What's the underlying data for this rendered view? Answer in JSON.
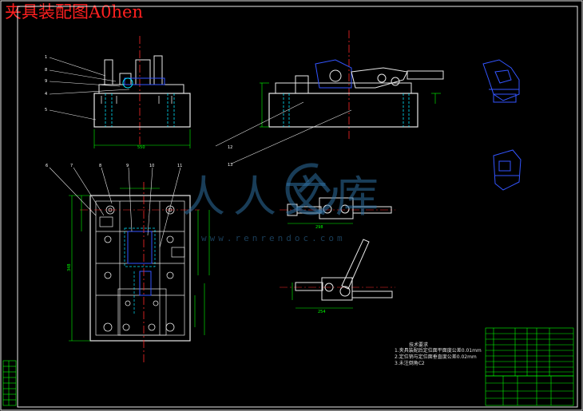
{
  "header": {
    "title": "夹具装配图A0hen"
  },
  "watermark": {
    "cn": "人人文库",
    "url": "www.renrendoc.com"
  },
  "leaders": {
    "front": [
      "1",
      "8",
      "9",
      "4",
      "5"
    ],
    "plan": [
      "6",
      "7",
      "8",
      "9",
      "10",
      "11"
    ],
    "side": [
      "12",
      "13"
    ]
  },
  "dims": {
    "front_width": "550",
    "plan_height": "348",
    "clamp1_len": "298",
    "clamp2_len": "254"
  },
  "notes": {
    "heading": "技术要求",
    "lines": [
      "1.夹具装配后定位面平面度公差0.01mm",
      "2.定位销与定位面垂直度公差0.02mm",
      "3.未注倒角C2"
    ]
  },
  "colors": {
    "outline": "#e8e8e8",
    "part": "#ffffff",
    "centerline": "#ff2a2a",
    "hidden": "#00e5ff",
    "dim": "#00ff00",
    "leader": "#ffffff",
    "clamp": "#3355ff",
    "title": "#ff2020"
  }
}
